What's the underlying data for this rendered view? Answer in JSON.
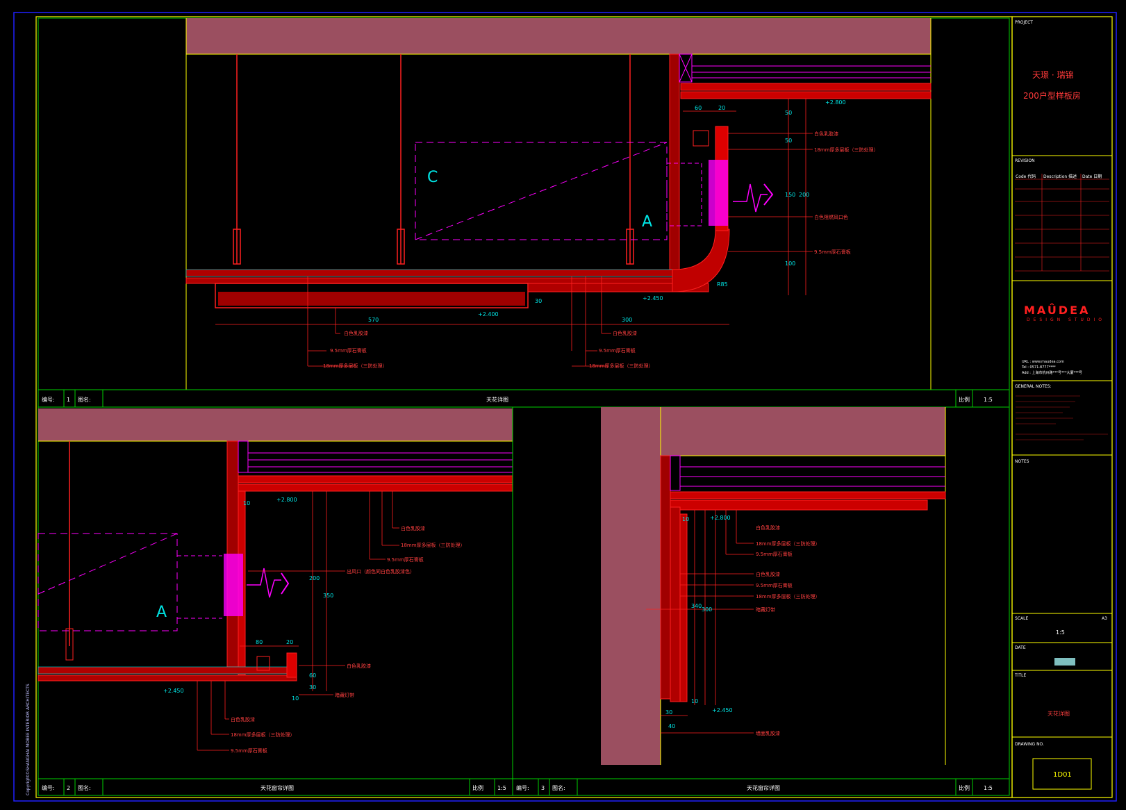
{
  "title_block": {
    "project_label": "PROJECT",
    "project_name_1": "天璟 · 瑞锦",
    "project_name_2": "200户型样板房",
    "revision_label": "REVISION",
    "revision_cols": [
      "Code 代码",
      "Description 描述",
      "Date 日期"
    ],
    "logo_main": "MAÛDEA",
    "logo_sub": "DESIGN STUDIO",
    "contact_lines": [
      "URL : www.maudea.com",
      "Tel : 0571-8777****",
      "Add : 上海市杭州路***号***大厦***号"
    ],
    "general_notes_label": "GENERAL NOTES:",
    "notes_label": "NOTES",
    "scale_label": "SCALE",
    "scale_size": "A3",
    "scale_value": "1:5",
    "date_label": "DATE",
    "title_label": "TITLE",
    "title_value": "天花详图",
    "drawing_no_label": "DRAWING NO.",
    "drawing_no": "1D01",
    "copyright": "Copyright©SHANGHAI MOBEE INTERIOR ARCHITECTS"
  },
  "views": [
    {
      "no_label": "编号:",
      "no": "1",
      "name_label": "图名:",
      "name": "天花详图",
      "scale_label": "比例",
      "scale": "1:5"
    },
    {
      "no_label": "编号:",
      "no": "2",
      "name_label": "图名:",
      "name": "天花窗帘详图",
      "scale_label": "比例",
      "scale": "1:5"
    },
    {
      "no_label": "编号:",
      "no": "3",
      "name_label": "图名:",
      "name": "天花窗帘详图",
      "scale_label": "比例",
      "scale": "1:5"
    }
  ],
  "view1": {
    "dims": {
      "d60": "60",
      "d20": "20",
      "d50a": "50",
      "d50b": "50",
      "d150": "150",
      "d200": "200",
      "d100": "100",
      "d30": "30",
      "d570": "570",
      "d300": "300",
      "r": "R85"
    },
    "levels": {
      "l1": "+2.800",
      "l2": "+2.400",
      "l3": "+2.450"
    },
    "letters": {
      "c": "C",
      "a": "A"
    },
    "labels": [
      "白色乳胶漆",
      "18mm厚多层板（三防处理）",
      "白色阻燃风口色",
      "9.5mm厚石膏板",
      "白色乳胶漆",
      "9.5mm厚石膏板",
      "18mm厚多层板（三防处理）",
      "白色乳胶漆",
      "9.5mm厚石膏板",
      "18mm厚多层板（三防处理）"
    ]
  },
  "view2": {
    "dims": {
      "d80": "80",
      "d20": "20",
      "d200": "200",
      "d350": "350",
      "d60": "60",
      "d30": "30",
      "d10": "10",
      "d10b": "10"
    },
    "levels": {
      "l1": "+2.800",
      "l2": "+2.450"
    },
    "letters": {
      "a": "A"
    },
    "labels": [
      "白色乳胶漆",
      "18mm厚多层板（三防处理）",
      "9.5mm厚石膏板",
      "出风口（颜色同白色乳胶漆色）",
      "白色乳胶漆",
      "暗藏灯带",
      "白色乳胶漆",
      "18mm厚多层板（三防处理）",
      "9.5mm厚石膏板"
    ]
  },
  "view3": {
    "dims": {
      "d10": "10",
      "d340": "340",
      "d300": "300",
      "d10b": "10",
      "d30": "30",
      "d40": "40"
    },
    "levels": {
      "l1": "+2.800",
      "l2": "+2.450"
    },
    "labels": [
      "白色乳胶漆",
      "18mm厚多层板（三防处理）",
      "9.5mm厚石膏板",
      "白色乳胶漆",
      "9.5mm厚石膏板",
      "18mm厚多层板（三防处理）",
      "暗藏灯带",
      "墙面乳胶漆"
    ]
  },
  "colors": {
    "beam": "#9b4f60",
    "red": "#ff2020",
    "cyan": "#00e5e5",
    "magenta": "#ff00ff",
    "yellow": "#ffff00",
    "green": "#00d000",
    "border": "#2020ff"
  }
}
